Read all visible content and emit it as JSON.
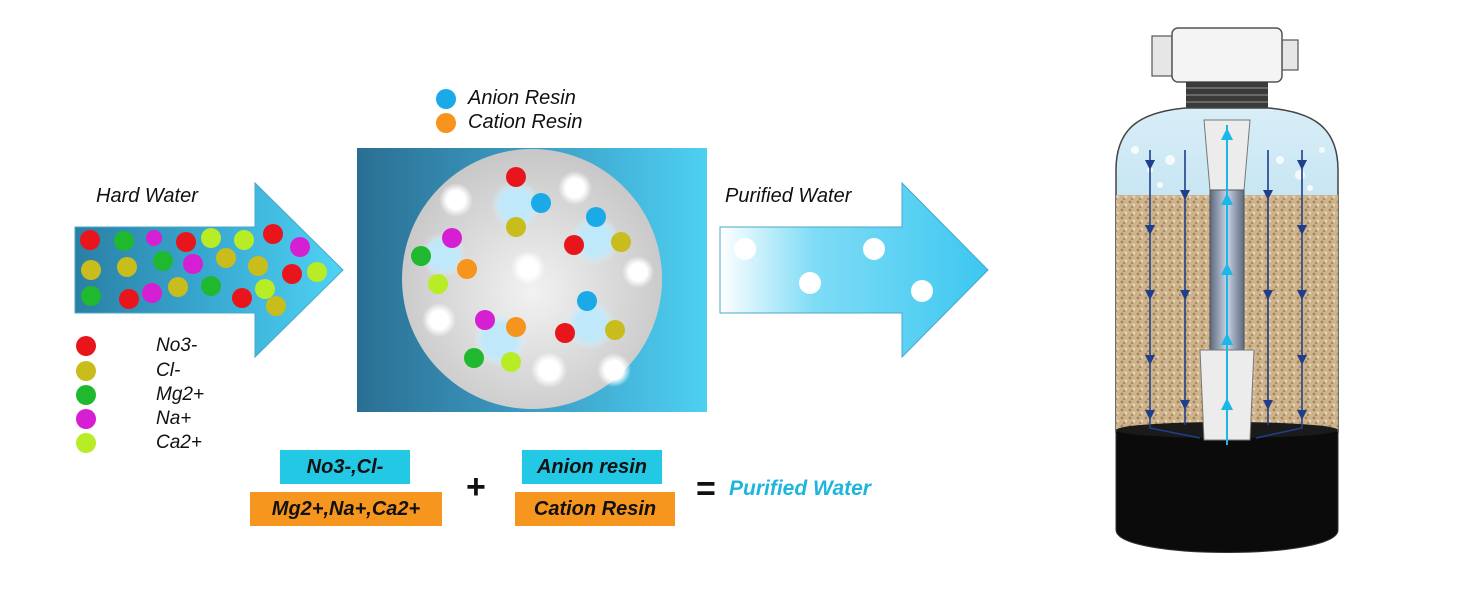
{
  "diagram": {
    "hard_water_label": "Hard Water",
    "purified_water_label": "Purified Water",
    "resin_legend": [
      {
        "label": "Anion Resin",
        "color": "#1aaae8"
      },
      {
        "label": "Cation Resin",
        "color": "#f7941d"
      }
    ],
    "ion_legend": [
      {
        "label": "No3-",
        "color": "#e8161c"
      },
      {
        "label": "Cl-",
        "color": "#c8bd1c"
      },
      {
        "label": "Mg2+",
        "color": "#1fb82e"
      },
      {
        "label": "Na+",
        "color": "#d61fd3"
      },
      {
        "label": "Ca2+",
        "color": "#b8ec26"
      }
    ],
    "equation": {
      "anions": "No3-,Cl-",
      "cations": "Mg2+,Na+,Ca2+",
      "plus": "+",
      "anion_resin": "Anion resin",
      "cation_resin": "Cation Resin",
      "equals": "=",
      "result": "Purified Water"
    },
    "colors": {
      "arrow_light": "#4fd3f5",
      "arrow_dark": "#2a7fa3",
      "eq_cyan": "#22c8e4",
      "eq_orange": "#f7961f",
      "result_text": "#1fb6dc"
    }
  }
}
